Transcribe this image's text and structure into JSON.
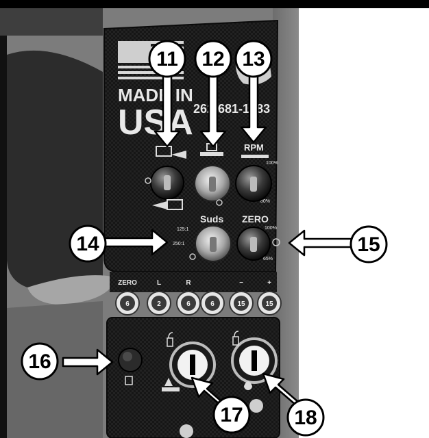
{
  "panel": {
    "made_in": "MADE IN",
    "usa": "USA",
    "phone": "262-681-1583",
    "rpm_label": "RPM",
    "rpm_high": "100%",
    "rpm_low": "80%",
    "suds_label": "Suds",
    "ratio_high": "125:1",
    "ratio_low": "250:1",
    "zero_label": "ZERO",
    "zero_high": "100%",
    "zero_low": "65%"
  },
  "fuse_row": {
    "labels": [
      "ZERO",
      "L",
      "R",
      "",
      "−",
      "+"
    ],
    "ratings": [
      "6",
      "2",
      "6",
      "6",
      "15",
      "15"
    ]
  },
  "callouts": [
    "11",
    "12",
    "13",
    "14",
    "15",
    "16",
    "17",
    "18"
  ]
}
